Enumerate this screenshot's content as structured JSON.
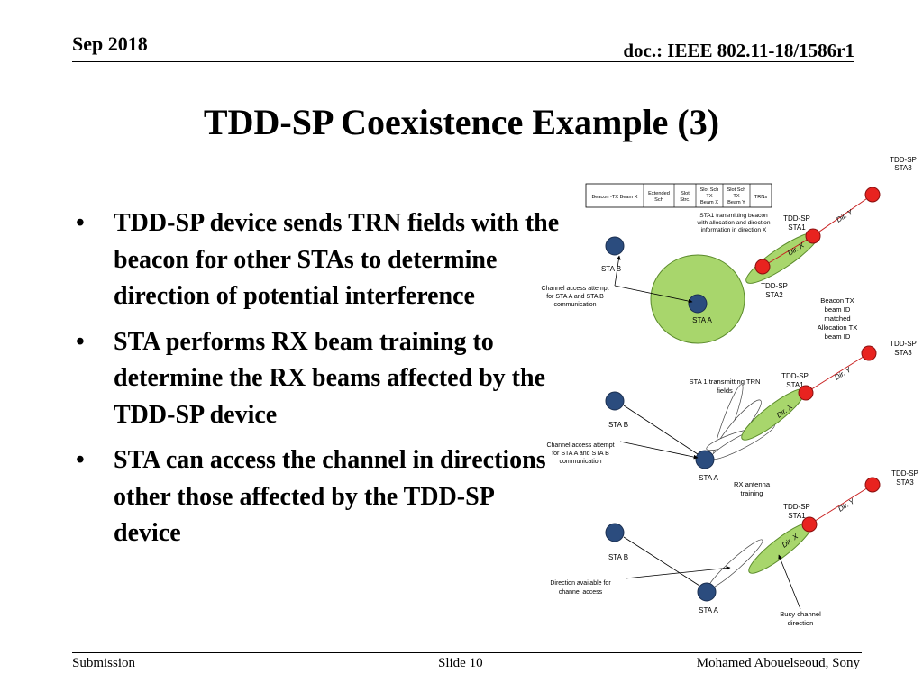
{
  "header": {
    "date": "Sep 2018",
    "doc_id": "doc.: IEEE 802.11-18/1586r1"
  },
  "slide": {
    "title": "TDD-SP Coexistence Example (3)",
    "bullets": [
      "TDD-SP device sends TRN fields with the beacon for other STAs to determine direction of potential interference",
      "STA performs RX beam training to determine the RX beams affected by the TDD-SP device",
      "STA can access the channel in directions other those affected by the TDD-SP device"
    ]
  },
  "diagram": {
    "frame_table": {
      "cells": [
        [
          "Beacon -TX Beam X"
        ],
        [
          "Extended",
          "Sch"
        ],
        [
          "Slot",
          "Strc."
        ],
        [
          "Slot Sch",
          "TX",
          "Beam X"
        ],
        [
          "Slot Sch",
          "TX",
          "Beam Y"
        ],
        [
          "TRNs"
        ]
      ]
    },
    "panel1": {
      "sta1_note": [
        "STA1 transmitting beacon",
        "with allocation and direction",
        "information in direction X"
      ],
      "sta1": [
        "TDD-SP",
        "STA1"
      ],
      "sta2": [
        "TDD-SP",
        "STA2"
      ],
      "sta3": [
        "TDD-SP",
        "STA3"
      ],
      "dir_x": "Dir. X",
      "dir_y": "Dir. Y",
      "sta_b": "STA B",
      "sta_a": "STA A",
      "channel_access": [
        "Channel access attempt",
        "for STA A and STA B",
        "communication"
      ],
      "beacon_note": [
        "Beacon TX",
        "beam ID",
        "matched",
        "Allocation TX",
        "beam ID"
      ]
    },
    "panel2": {
      "sta3": [
        "TDD-SP",
        "STA3"
      ],
      "sta1": [
        "TDD-SP",
        "STA1"
      ],
      "trn_note": [
        "STA 1 transmitting TRN",
        "fields"
      ],
      "dir_x": "Dir. X",
      "dir_y": "Dir. Y",
      "sta_b": "STA B",
      "sta_a": "STA A",
      "channel_access": [
        "Channel access attempt",
        "for STA A and STA B",
        "communication"
      ],
      "rx_antenna": [
        "RX antenna",
        "training"
      ]
    },
    "panel3": {
      "sta3": [
        "TDD-SP",
        "STA3"
      ],
      "sta1": [
        "TDD-SP",
        "STA1"
      ],
      "dir_x": "Dir. X",
      "dir_y": "Dir. Y",
      "sta_b": "STA B",
      "sta_a": "STA A",
      "direction_available": [
        "Direction available for",
        "channel access"
      ],
      "busy_channel": [
        "Busy channel",
        "direction"
      ]
    },
    "colors": {
      "green_fill": "#a8d66c",
      "green_edge": "#5a8a2a",
      "node_blue": "#2b4c7e",
      "node_red": "#e8231f",
      "red_line": "#c81e1e",
      "lobe_fill": "#ffffff"
    }
  },
  "footer": {
    "left": "Submission",
    "center": "Slide 10",
    "right": "Mohamed Abouelseoud, Sony"
  }
}
